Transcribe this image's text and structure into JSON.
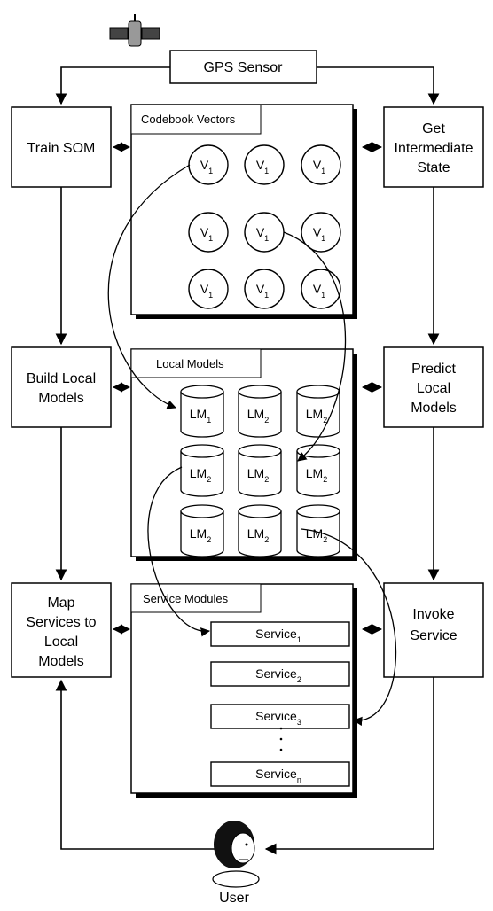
{
  "nodes": {
    "gps_sensor": "GPS Sensor",
    "train_som": "Train SOM",
    "get_intermediate_state": [
      "Get",
      "Intermediate",
      "State"
    ],
    "build_local_models": [
      "Build Local",
      "Models"
    ],
    "predict_local_models": [
      "Predict",
      "Local",
      "Models"
    ],
    "map_services": [
      "Map",
      "Services to",
      "Local",
      "Models"
    ],
    "invoke_service": [
      "Invoke",
      "Service"
    ],
    "user": "User"
  },
  "panels": {
    "codebook": "Codebook Vectors",
    "local_models": "Local Models",
    "service_modules": "Service Modules"
  },
  "codebook_vectors": {
    "base": "V",
    "subscript": "1",
    "count": 9
  },
  "local_model_items": [
    {
      "base": "LM",
      "sub": "1"
    },
    {
      "base": "LM",
      "sub": "2"
    },
    {
      "base": "LM",
      "sub": "2"
    },
    {
      "base": "LM",
      "sub": "2"
    },
    {
      "base": "LM",
      "sub": "2"
    },
    {
      "base": "LM",
      "sub": "2"
    },
    {
      "base": "LM",
      "sub": "2"
    },
    {
      "base": "LM",
      "sub": "2"
    },
    {
      "base": "LM",
      "sub": "2"
    }
  ],
  "services": [
    {
      "base": "Service",
      "sub": "1"
    },
    {
      "base": "Service",
      "sub": "2"
    },
    {
      "base": "Service",
      "sub": "3"
    },
    {
      "base": "Service",
      "sub": "n"
    }
  ]
}
